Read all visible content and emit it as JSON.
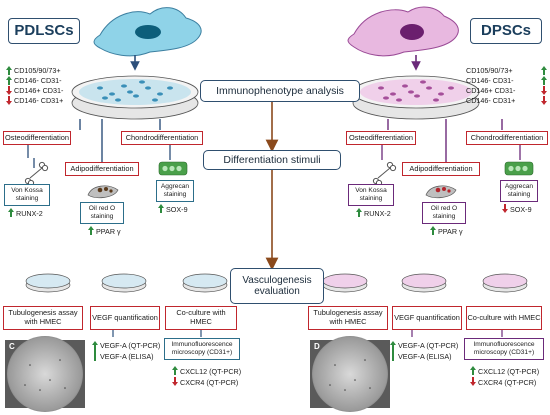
{
  "titles": {
    "left": "PDLSCs",
    "right": "DPSCs"
  },
  "stages": {
    "immuno": "Immunophenotype analysis",
    "diff": "Differentiation stimuli",
    "vasc": "Vasculogenesis evaluation"
  },
  "markers": {
    "items": [
      "CD105/90/73+",
      "CD146- CD31-",
      "CD146+ CD31-",
      "CD146- CD31+"
    ],
    "left_arrows": [
      "up",
      "up",
      "down",
      "down"
    ],
    "right_arrows": [
      "up",
      "up",
      "down",
      "down"
    ]
  },
  "left_diff": {
    "osteo": "Osteodifferentiation",
    "adipo": "Adipodifferentiation",
    "chondro": "Chondrodifferentiation",
    "von_kossa": "Von Kossa staining",
    "oil_red": "Oil red O staining",
    "aggrecan": "Aggrecan staining",
    "runx": "RUNX-2",
    "ppar": "PPAR γ",
    "sox": "SOX-9",
    "runx_dir": "up",
    "ppar_dir": "up",
    "sox_dir": "up"
  },
  "right_diff": {
    "osteo": "Osteodifferentiation",
    "adipo": "Adipodifferentiation",
    "chondro": "Chondrodifferentiation",
    "von_kossa": "Von Kossa staining",
    "oil_red": "Oil red O staining",
    "aggrecan": "Aggrecan staining",
    "runx": "RUNX-2",
    "ppar": "PPAR γ",
    "sox": "SOX-9",
    "runx_dir": "up",
    "ppar_dir": "up",
    "sox_dir": "down"
  },
  "vasc_left": {
    "tubulo": "Tubulogenesis assay with HMEC",
    "vegf": "VEGF quantification",
    "cocult": "Co-culture with HMEC",
    "immunofl": "Immunofluorescence microscopy (CD31+)",
    "vegf_qt": "VEGF-A (QT-PCR)",
    "vegf_elisa": "VEGF-A (ELISA)",
    "cxcl": "CXCL12 (QT-PCR)",
    "cxcr": "CXCR4 (QT-PCR)",
    "panel": "C"
  },
  "vasc_right": {
    "tubulo": "Tubulogenesis assay with HMEC",
    "vegf": "VEGF quantification",
    "cocult": "Co-culture with HMEC",
    "immunofl": "Immunofluorescence microscopy (CD31+)",
    "vegf_qt": "VEGF-A (QT-PCR)",
    "vegf_elisa": "VEGF-A (ELISA)",
    "cxcl": "CXCL12 (QT-PCR)",
    "cxcr": "CXCR4 (QT-PCR)",
    "panel": "D"
  },
  "colors": {
    "up": "#2e8b3e",
    "down": "#c0262d",
    "red_border": "#c0262d",
    "blue_border": "#2c6e8a",
    "purple_border": "#6b2a7a",
    "arrow_brown": "#8b4a1c",
    "left_cell": "#8fd3e8",
    "right_cell": "#e8b8e0"
  }
}
